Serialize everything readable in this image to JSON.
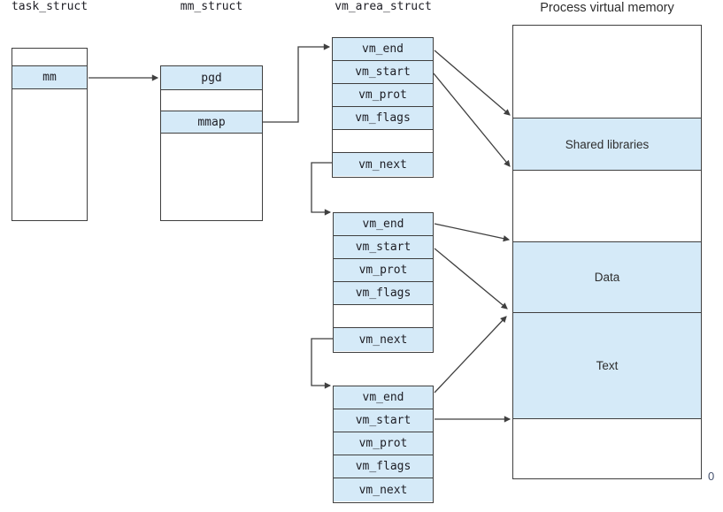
{
  "colors": {
    "highlight": "#d5eaf8",
    "border": "#3f3f3f",
    "arrow": "#3f3f3f",
    "origin": "#44516e"
  },
  "task_struct": {
    "title": "task_struct",
    "fields": [
      "mm"
    ]
  },
  "mm_struct": {
    "title": "mm_struct",
    "fields": [
      "pgd",
      "mmap"
    ]
  },
  "vm_area_struct": {
    "title": "vm_area_struct",
    "nodes": [
      {
        "fields": [
          "vm_end",
          "vm_start",
          "vm_prot",
          "vm_flags",
          "",
          "vm_next"
        ]
      },
      {
        "fields": [
          "vm_end",
          "vm_start",
          "vm_prot",
          "vm_flags",
          "",
          "vm_next"
        ]
      },
      {
        "fields": [
          "vm_end",
          "vm_start",
          "vm_prot",
          "vm_flags",
          "vm_next"
        ]
      }
    ]
  },
  "memory": {
    "title": "Process virtual memory",
    "regions": [
      {
        "label": ""
      },
      {
        "label": "Shared libraries"
      },
      {
        "label": ""
      },
      {
        "label": "Data"
      },
      {
        "label": "Text"
      },
      {
        "label": ""
      }
    ],
    "origin_label": "0"
  }
}
